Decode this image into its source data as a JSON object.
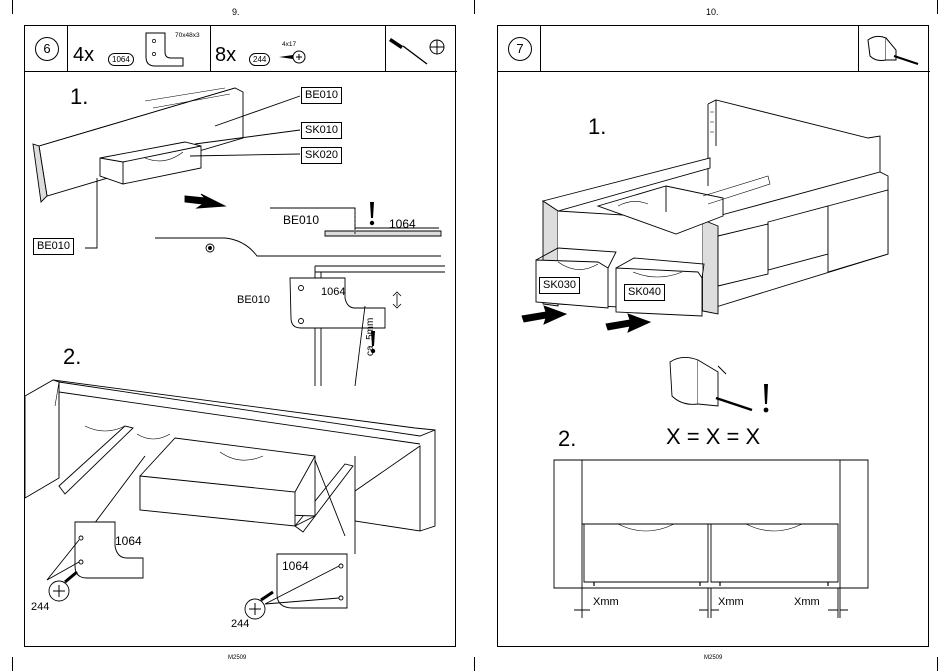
{
  "left_page": {
    "page_number": "9.",
    "footer_code": "M2509",
    "header": {
      "step_number": "6",
      "qty_a": "4x",
      "part_a": "1064",
      "part_a_size": "70x48x3",
      "qty_b": "8x",
      "part_b": "244",
      "part_b_size": "4x17",
      "tools": [
        "screwdriver-icon",
        "phillips-bit-icon"
      ]
    },
    "sub1": "1.",
    "sub2": "2.",
    "labels": {
      "be010_top": "BE010",
      "sk010": "SK010",
      "sk020": "SK020",
      "be010_left": "BE010",
      "be010_detail": "BE010",
      "part_1064_detail": "1064",
      "be010_bracket": "BE010",
      "part_1064_bracket": "1064",
      "gap": "ca. 5mm",
      "bracket_left_part": "1064",
      "screw_left": "244",
      "bracket_right_part": "1064",
      "screw_right": "244"
    }
  },
  "right_page": {
    "page_number": "10.",
    "footer_code": "M2509",
    "header": {
      "step_number": "7",
      "tool": "drawer-runner-icon"
    },
    "sub1": "1.",
    "sub2": "2.",
    "labels": {
      "sk030": "SK030",
      "sk040": "SK040",
      "equation": "X = X = X",
      "xmm_left": "Xmm",
      "xmm_middle": "Xmm",
      "xmm_right": "Xmm"
    }
  },
  "colors": {
    "ink": "#000000",
    "paper": "#ffffff",
    "shade": "#e6e6e6"
  }
}
